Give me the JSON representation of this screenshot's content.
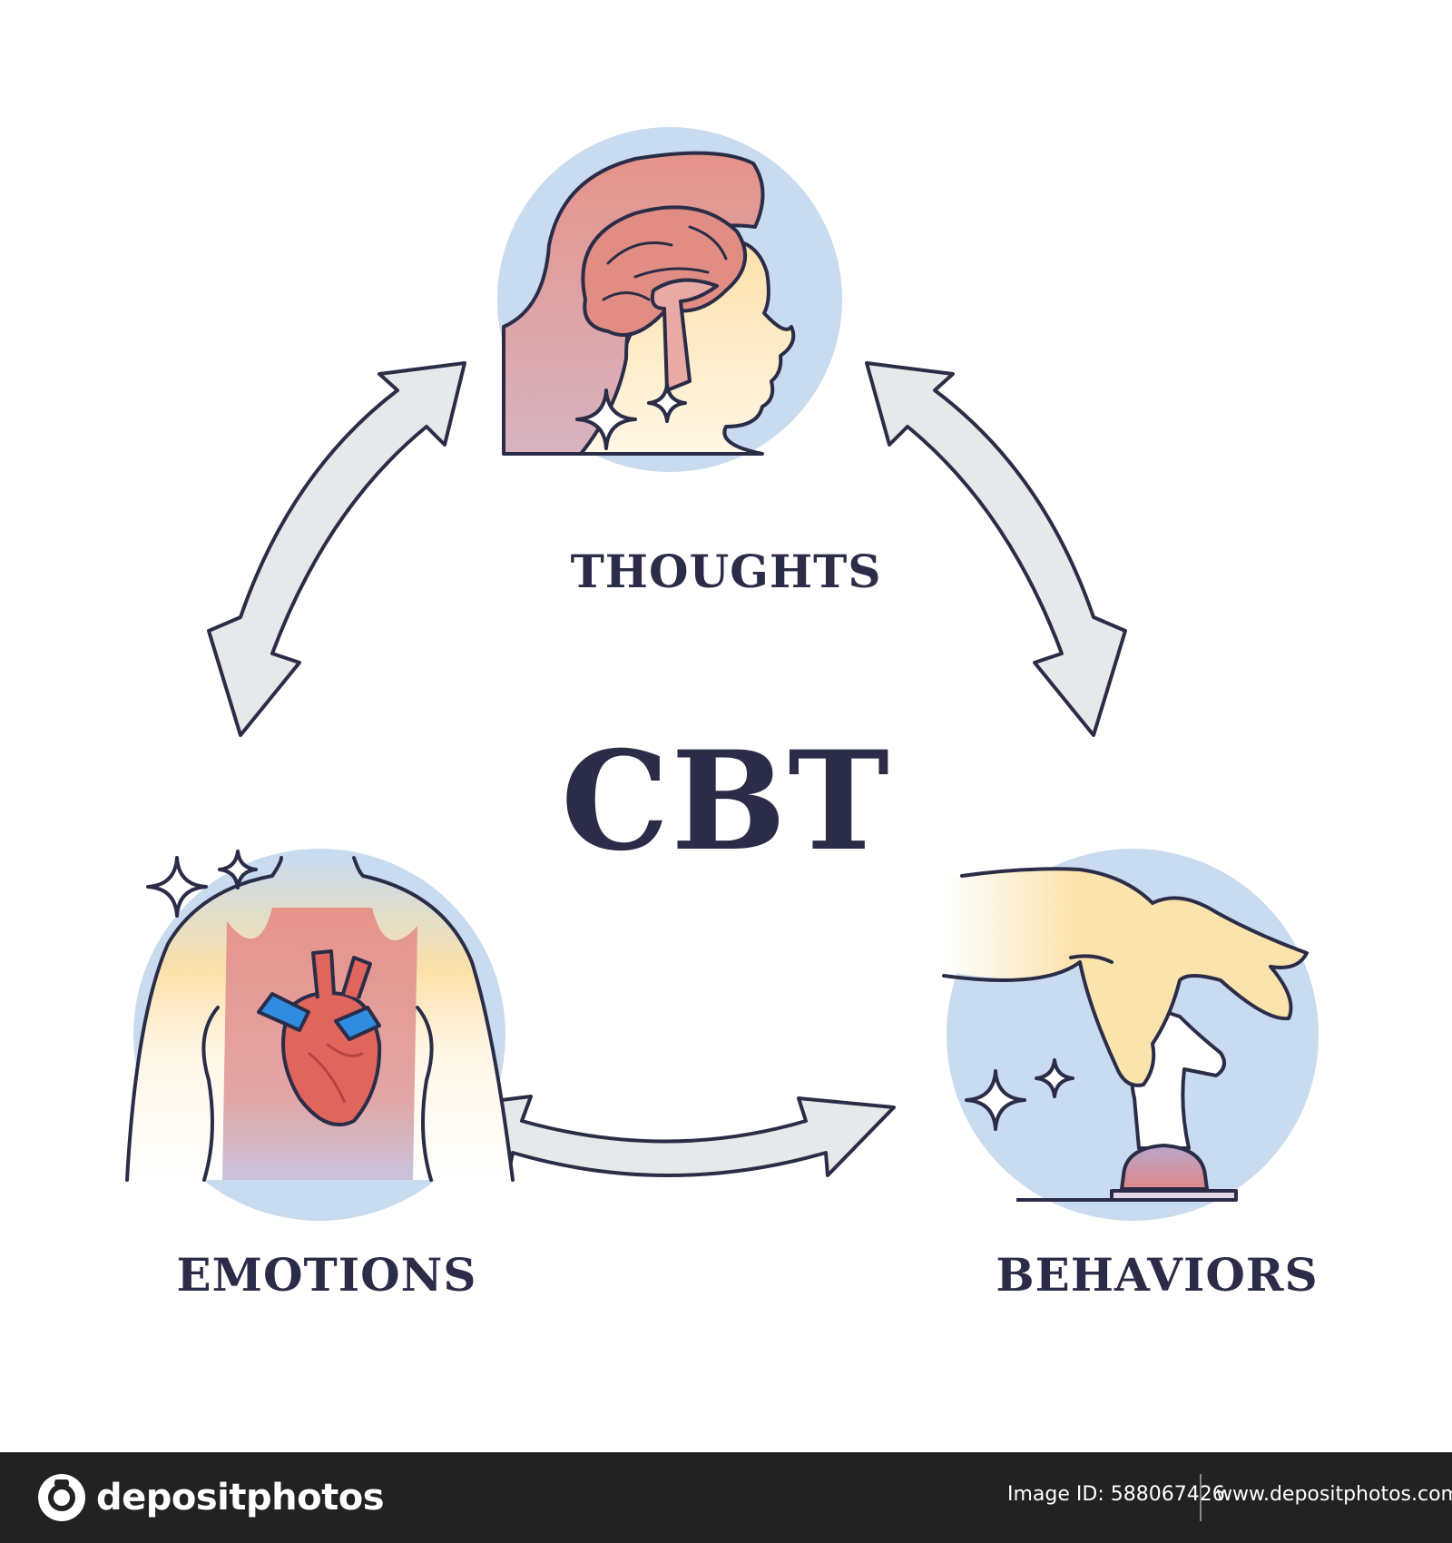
{
  "diagram": {
    "center_label": "CBT",
    "nodes": [
      {
        "id": "thoughts",
        "label": "THOUGHTS",
        "icon": "head-brain-icon"
      },
      {
        "id": "emotions",
        "label": "EMOTIONS",
        "icon": "chest-heart-icon"
      },
      {
        "id": "behaviors",
        "label": "BEHAVIORS",
        "icon": "hand-chess-knight-icon"
      }
    ],
    "edges": [
      {
        "from": "thoughts",
        "to": "emotions",
        "type": "bidirectional"
      },
      {
        "from": "thoughts",
        "to": "behaviors",
        "type": "bidirectional"
      },
      {
        "from": "emotions",
        "to": "behaviors",
        "type": "bidirectional"
      }
    ]
  },
  "footer": {
    "brand": "depositphotos",
    "image_id": "Image ID: 588067426",
    "site": "www.depositphotos.com"
  },
  "colors": {
    "ink": "#2b2d48",
    "circle_blue": "#c9dbef",
    "skin_yellow": "#fbe3ad",
    "flesh_red": "#e08c84",
    "arrow_fill": "#e7e8e9",
    "footer_bg": "#222222"
  }
}
